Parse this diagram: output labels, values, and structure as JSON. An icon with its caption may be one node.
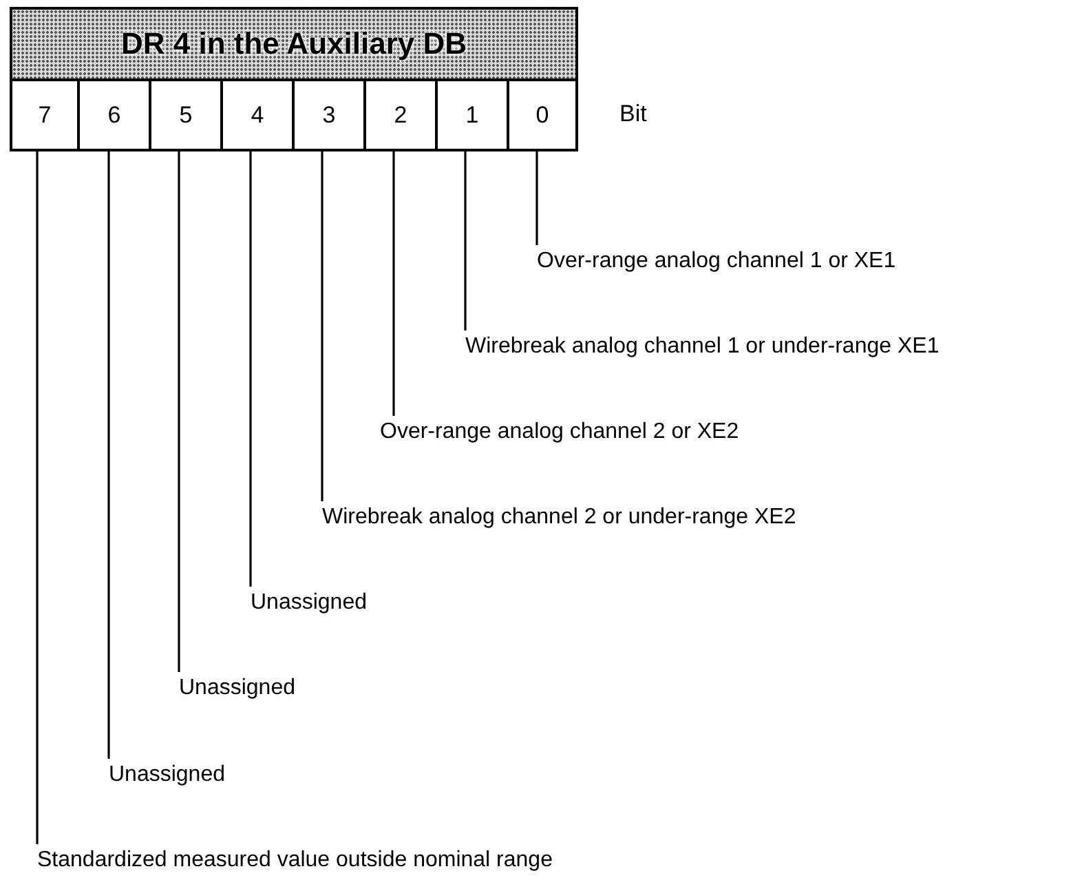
{
  "diagram": {
    "nodes": [
      {
        "text": [
          "DR 4 in the Auxiliary DB"
        ]
      },
      {
        "text": [
          "7"
        ]
      },
      {
        "text": [
          "6"
        ]
      },
      {
        "text": [
          "5"
        ]
      },
      {
        "text": [
          "4"
        ]
      },
      {
        "text": [
          "3"
        ]
      },
      {
        "text": [
          "2"
        ]
      },
      {
        "text": [
          "1"
        ]
      },
      {
        "text": [
          "0"
        ]
      },
      {
        "text": [
          "Over-range analog channel 1 or XE1"
        ]
      },
      {
        "text": [
          "Wirebreak analog channel 1 or under-range XE1"
        ]
      },
      {
        "text": [
          "Over-range analog channel 2 or XE2"
        ]
      },
      {
        "text": [
          "Wirebreak analog channel 2 or under-range XE2"
        ]
      },
      {
        "text": [
          "Unassigned"
        ]
      },
      {
        "text": [
          "Unassigned"
        ]
      },
      {
        "text": [
          "Unassigned"
        ]
      },
      {
        "text": [
          "Standardized measured value outside nominal range"
        ]
      }
    ],
    "edges": [
      {
        "from": 8,
        "to": 9,
        "arrow": "none"
      },
      {
        "from": 7,
        "to": 10,
        "arrow": "none"
      },
      {
        "from": 6,
        "to": 11,
        "arrow": "none"
      },
      {
        "from": 5,
        "to": 12,
        "arrow": "none"
      },
      {
        "from": 4,
        "to": 13,
        "arrow": "none"
      },
      {
        "from": 3,
        "to": 14,
        "arrow": "none"
      },
      {
        "from": 2,
        "to": 15,
        "arrow": "none"
      },
      {
        "from": 1,
        "to": 16,
        "arrow": "none"
      }
    ],
    "labels": [
      "Bit"
    ]
  }
}
